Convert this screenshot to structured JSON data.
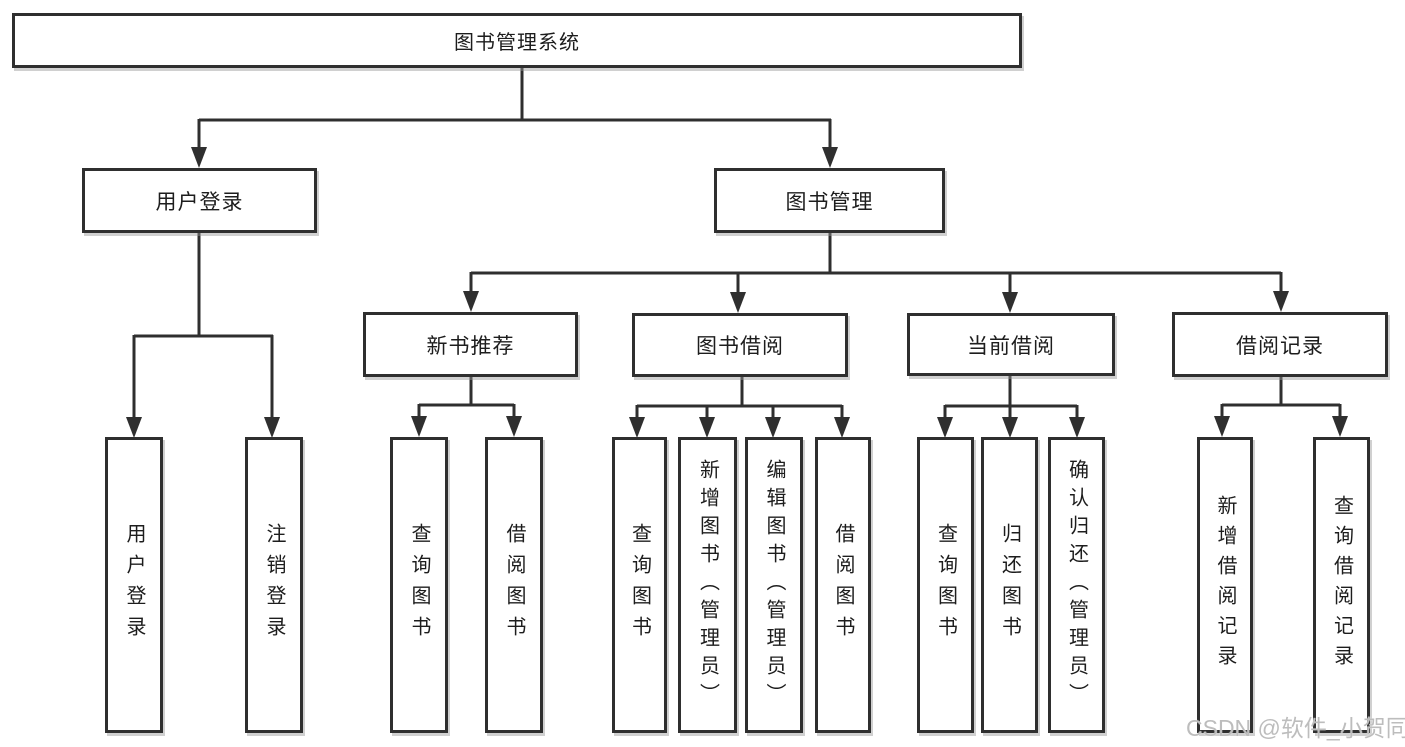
{
  "tree": {
    "label": "图书管理系统",
    "children": [
      {
        "label": "用户登录",
        "children": [
          {
            "label": "用户登录"
          },
          {
            "label": "注销登录"
          }
        ]
      },
      {
        "label": "图书管理",
        "children": [
          {
            "label": "新书推荐",
            "children": [
              {
                "label": "查询图书"
              },
              {
                "label": "借阅图书"
              }
            ]
          },
          {
            "label": "图书借阅",
            "children": [
              {
                "label": "查询图书"
              },
              {
                "label": "新增图书（管理员）"
              },
              {
                "label": "编辑图书（管理员）"
              },
              {
                "label": "借阅图书"
              }
            ]
          },
          {
            "label": "当前借阅",
            "children": [
              {
                "label": "查询图书"
              },
              {
                "label": "归还图书"
              },
              {
                "label": "确认归还（管理员）"
              }
            ]
          },
          {
            "label": "借阅记录",
            "children": [
              {
                "label": "新增借阅记录"
              },
              {
                "label": "查询借阅记录"
              }
            ]
          }
        ]
      }
    ]
  },
  "watermark": "CSDN @软件_小贺同学",
  "colors": {
    "line": "#2f2f2f",
    "text": "#1d1d1d",
    "watermark": "#bdbdbd",
    "background": "#ffffff"
  }
}
